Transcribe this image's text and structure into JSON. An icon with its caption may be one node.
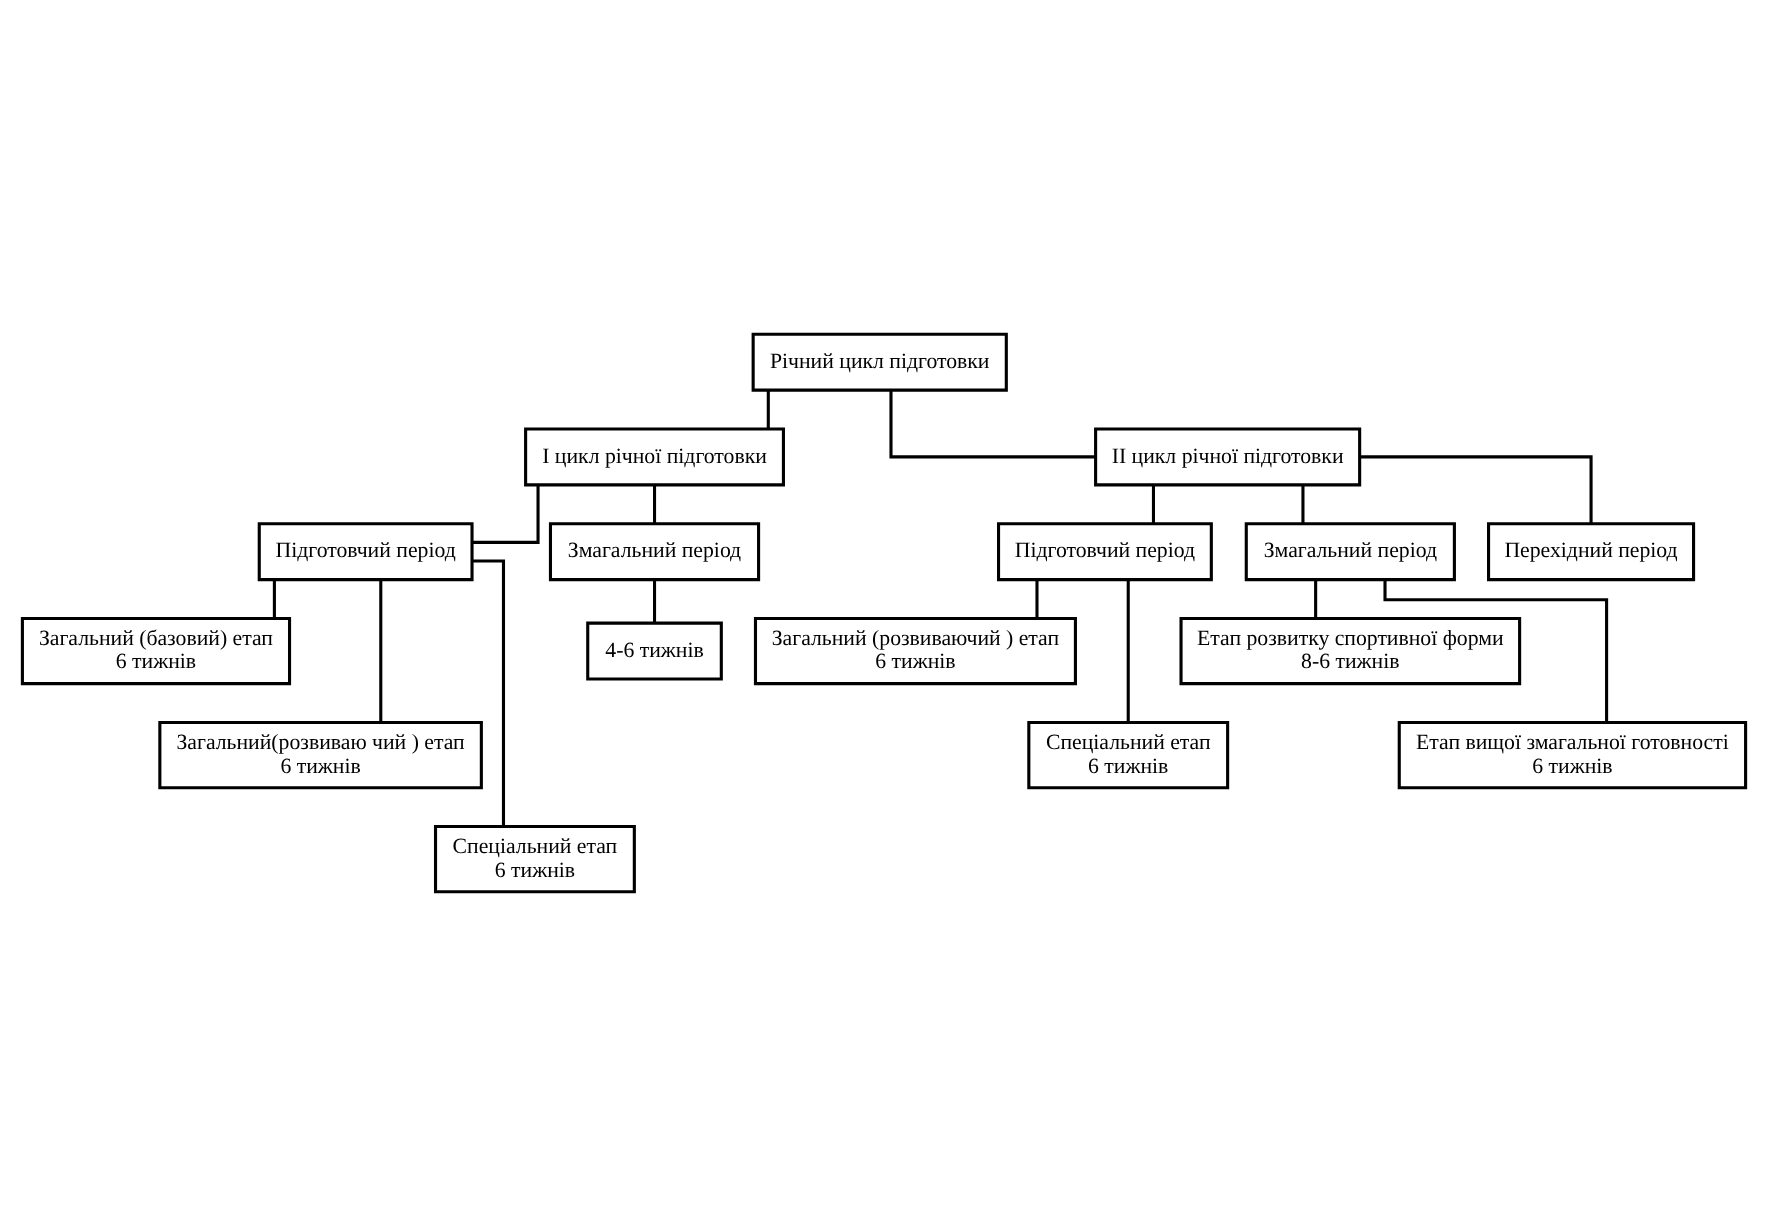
{
  "diagram": {
    "nodes": [
      {
        "text": [
          "Річний цикл підготовки"
        ]
      },
      {
        "text": [
          "І цикл річної підготовки"
        ]
      },
      {
        "text": [
          "ІІ цикл річної підготовки"
        ]
      },
      {
        "text": [
          "Підготовчий період"
        ]
      },
      {
        "text": [
          "Змагальний період"
        ]
      },
      {
        "text": [
          "Підготовчий період"
        ]
      },
      {
        "text": [
          "Змагальний період"
        ]
      },
      {
        "text": [
          "Перехідний період"
        ]
      },
      {
        "text": [
          "Загальний (базовий) етап",
          "6 тижнів"
        ]
      },
      {
        "text": [
          "Загальний(розвиваю чий ) етап",
          "6 тижнів"
        ]
      },
      {
        "text": [
          "Спеціальний етап",
          "6 тижнів"
        ]
      },
      {
        "text": [
          "4-6 тижнів"
        ]
      },
      {
        "text": [
          "Загальний (розвиваючий ) етап",
          "6 тижнів"
        ]
      },
      {
        "text": [
          "Спеціальний етап",
          "6 тижнів"
        ]
      },
      {
        "text": [
          "Етап розвитку спортивної форми",
          "8-6 тижнів"
        ]
      },
      {
        "text": [
          "Етап вищої змагальної готовності",
          "6 тижнів"
        ]
      }
    ],
    "edges": [
      {
        "from": 0,
        "to": 1,
        "arrow": "none"
      },
      {
        "from": 0,
        "to": 2,
        "arrow": "none"
      },
      {
        "from": 1,
        "to": 3,
        "arrow": "none"
      },
      {
        "from": 1,
        "to": 4,
        "arrow": "none"
      },
      {
        "from": 2,
        "to": 5,
        "arrow": "none"
      },
      {
        "from": 2,
        "to": 6,
        "arrow": "none"
      },
      {
        "from": 2,
        "to": 7,
        "arrow": "none"
      },
      {
        "from": 3,
        "to": 8,
        "arrow": "none"
      },
      {
        "from": 3,
        "to": 9,
        "arrow": "none"
      },
      {
        "from": 3,
        "to": 10,
        "arrow": "none"
      },
      {
        "from": 4,
        "to": 11,
        "arrow": "none"
      },
      {
        "from": 5,
        "to": 12,
        "arrow": "none"
      },
      {
        "from": 5,
        "to": 13,
        "arrow": "none"
      },
      {
        "from": 6,
        "to": 14,
        "arrow": "none"
      },
      {
        "from": 6,
        "to": 15,
        "arrow": "none"
      }
    ]
  }
}
